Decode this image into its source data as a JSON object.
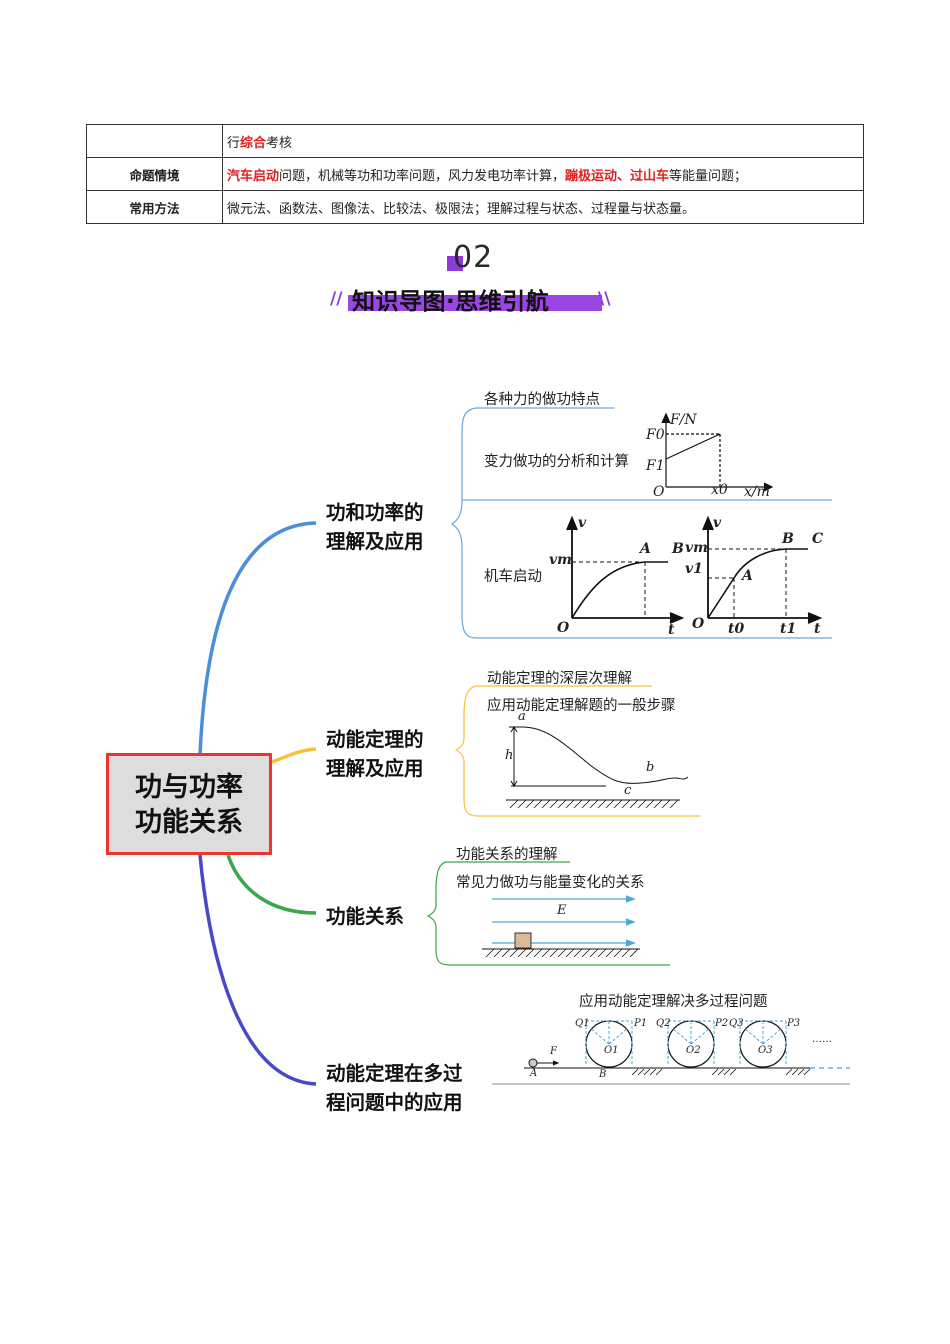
{
  "table": {
    "rows": [
      {
        "label": "",
        "parts": [
          {
            "t": "行",
            "hl": false
          },
          {
            "t": "综合",
            "hl": true
          },
          {
            "t": "考核",
            "hl": false
          }
        ]
      },
      {
        "label": "命题情境",
        "parts": [
          {
            "t": "汽车启动",
            "hl": true
          },
          {
            "t": "问题，机械等功和功率问题，风力发电功率计算，",
            "hl": false
          },
          {
            "t": "蹦极运动、过山车",
            "hl": true
          },
          {
            "t": "等能量问题；",
            "hl": false
          }
        ]
      },
      {
        "label": "常用方法",
        "parts": [
          {
            "t": "微元法、函数法、图像法、比较法、极限法；理解过程与状态、过程量与状态量。",
            "hl": false
          }
        ]
      }
    ]
  },
  "section": {
    "number": "02",
    "title": "知识导图·思维引航"
  },
  "mindmap": {
    "root": {
      "line1": "功与功率",
      "line2": "功能关系"
    },
    "branches": [
      {
        "line1": "功和功率的",
        "line2": "理解及应用"
      },
      {
        "line1": "动能定理的",
        "line2": "理解及应用"
      },
      {
        "line1": "功能关系",
        "line2": ""
      },
      {
        "line1": "动能定理在多过",
        "line2": "程问题中的应用"
      }
    ],
    "leaves": {
      "b1": [
        "各种力的做功特点",
        "变力做功的分析和计算",
        "机车启动"
      ],
      "b2": [
        "动能定理的深层次理解",
        "应用动能定理解题的一般步骤"
      ],
      "b3": [
        "功能关系的理解",
        "常见力做功与能量变化的关系"
      ],
      "b4": [
        "应用动能定理解决多过程问题"
      ]
    },
    "colors": {
      "b1": "#4a8fd8",
      "b2": "#f5c23a",
      "b3": "#3aa64a",
      "b4": "#4a48c8",
      "root_border": "#e33333"
    }
  },
  "figures": {
    "fx": {
      "y_axis": "F/N",
      "x_axis": "x/m",
      "F0": "F0",
      "F1": "F1",
      "x0": "x0",
      "origin": "O"
    },
    "vt1": {
      "v": "v",
      "vm": "vm",
      "A": "A",
      "B": "B",
      "O": "O",
      "t": "t"
    },
    "vt2": {
      "v": "v",
      "vm": "vm",
      "v1": "v1",
      "A": "A",
      "B": "B",
      "C": "C",
      "O": "O",
      "t0": "t0",
      "t1": "t1",
      "t": "t"
    },
    "slope": {
      "a": "a",
      "h": "h",
      "b": "b",
      "c": "c"
    },
    "field": {
      "E": "E"
    },
    "loops": {
      "F": "F",
      "A": "A",
      "B": "B",
      "Q1": "Q1",
      "P1": "P1",
      "O1": "O1",
      "Q2": "Q2",
      "P2": "P2",
      "O2": "O2",
      "Q3": "Q3",
      "P3": "P3",
      "O3": "O3",
      "dots": "……"
    }
  }
}
